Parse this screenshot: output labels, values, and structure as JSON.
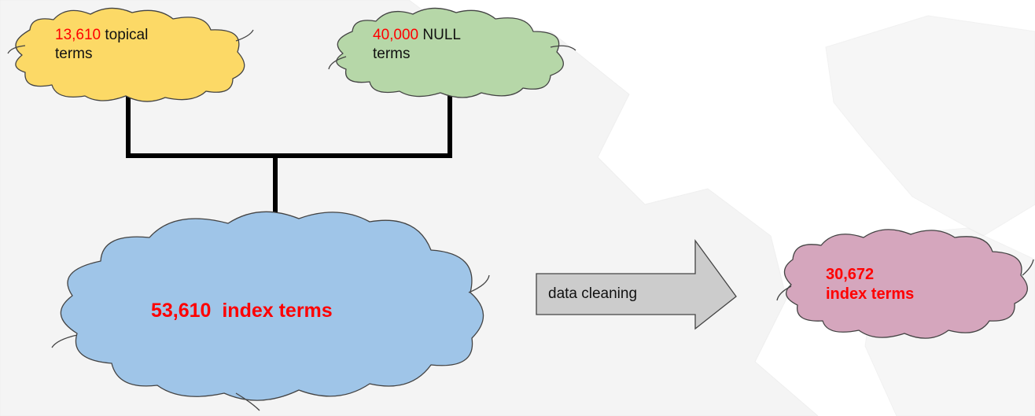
{
  "clouds": {
    "topical": {
      "count": "13,610",
      "text_line1": " topical",
      "text_line2": "terms",
      "fill": "#fcd966"
    },
    "null": {
      "count": "40,000",
      "text_line1": " NULL",
      "text_line2": "terms",
      "fill": "#b6d7a8"
    },
    "index": {
      "text": "53,610  index terms",
      "fill": "#9fc5e8"
    },
    "cleaned": {
      "line1": "30,672",
      "line2": "index terms",
      "fill": "#d5a6bd"
    }
  },
  "arrow": {
    "label": "data cleaning",
    "fill": "#cccccc"
  },
  "colors": {
    "highlight": "#ff0000",
    "connector": "#000000",
    "map_background": "#eeeeee"
  }
}
